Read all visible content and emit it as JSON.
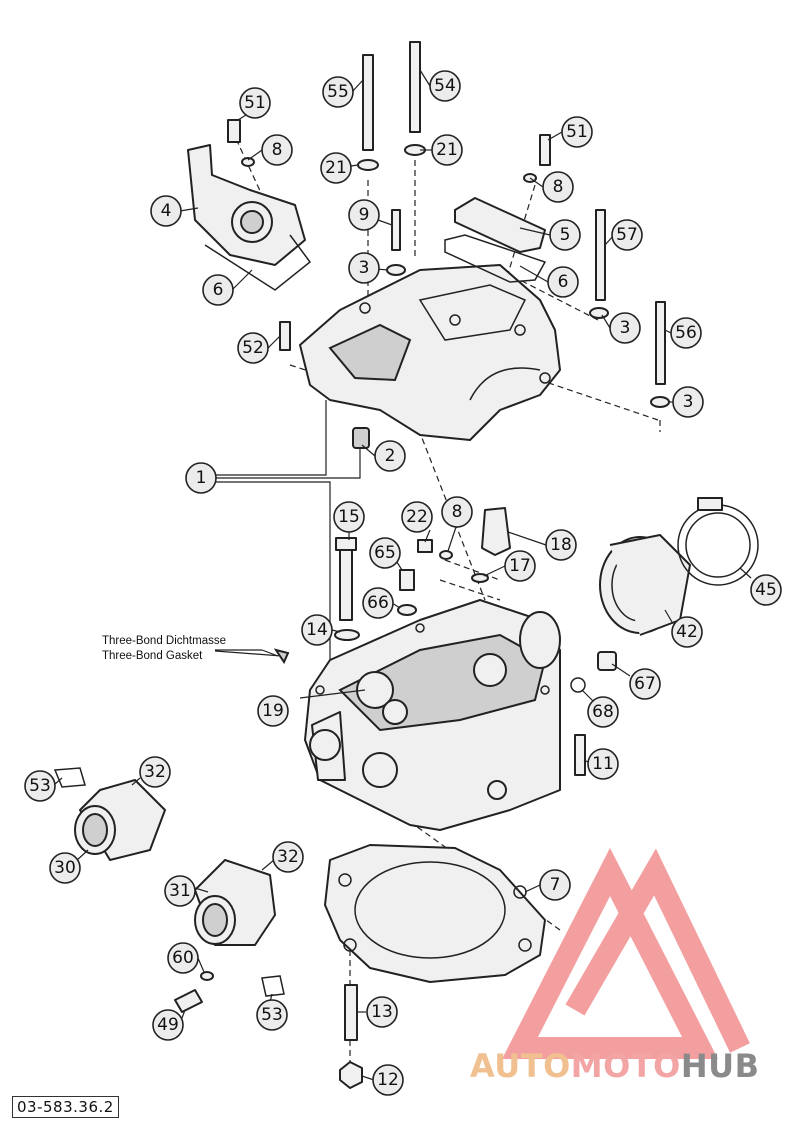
{
  "reference_code": "03-583.36.2",
  "note": {
    "line1": "Three-Bond Dichtmasse",
    "line2": "Three-Bond Gasket"
  },
  "watermark": {
    "logo_icon": "triangle-m-logo",
    "part1": "AUTO",
    "part2": "MOTO",
    "part3": "HUB",
    "colors": {
      "part1": "#f0c090",
      "part2": "#f3a5a5",
      "part3": "#8a8a8a",
      "logo": "#f08080"
    }
  },
  "callouts": {
    "c51a": "51",
    "c8a": "8",
    "c4": "4",
    "c6a": "6",
    "c55": "55",
    "c54": "54",
    "c21a": "21",
    "c21b": "21",
    "c9": "9",
    "c3a": "3",
    "c52": "52",
    "c51b": "51",
    "c8b": "8",
    "c5": "5",
    "c6b": "6",
    "c57": "57",
    "c3b": "3",
    "c56": "56",
    "c3c": "3",
    "c1": "1",
    "c2": "2",
    "c15": "15",
    "c22": "22",
    "c8c": "8",
    "c18": "18",
    "c17": "17",
    "c65": "65",
    "c66": "66",
    "c14": "14",
    "c19": "19",
    "c45": "45",
    "c42": "42",
    "c67": "67",
    "c68": "68",
    "c11": "11",
    "c53a": "53",
    "c32a": "32",
    "c30": "30",
    "c31": "31",
    "c32b": "32",
    "c7": "7",
    "c60": "60",
    "c49": "49",
    "c53b": "53",
    "c13": "13",
    "c12": "12"
  }
}
